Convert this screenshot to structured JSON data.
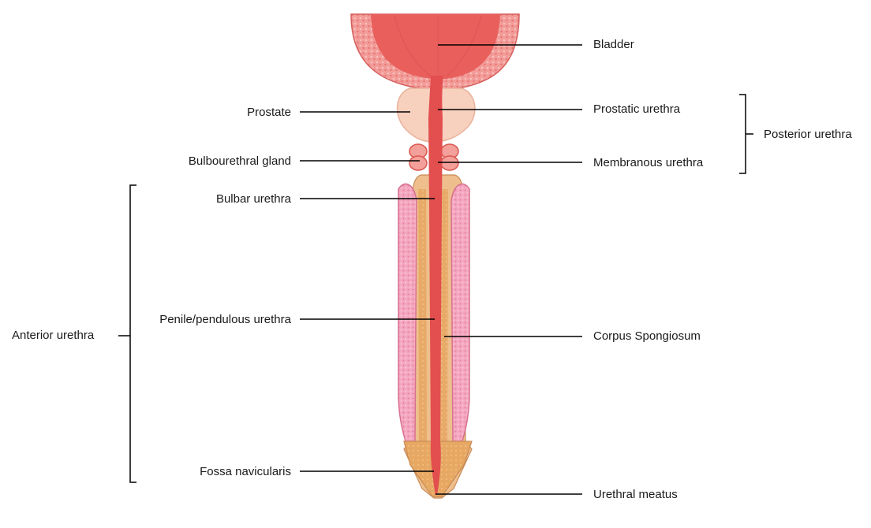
{
  "labels": {
    "bladder": "Bladder",
    "prostate": "Prostate",
    "prostatic_urethra": "Prostatic urethra",
    "posterior_urethra": "Posterior urethra",
    "bulbourethral_gland": "Bulbourethral gland",
    "membranous_urethra": "Membranous urethra",
    "bulbar_urethra": "Bulbar urethra",
    "anterior_urethra": "Anterior urethra",
    "penile_urethra": "Penile/pendulous urethra",
    "corpus_spongiosum": "Corpus Spongiosum",
    "fossa_navicularis": "Fossa navicularis",
    "urethral_meatus": "Urethral meatus"
  },
  "colors": {
    "urethra": "#e2504f",
    "bladder_wall": "#f08e8d",
    "bladder_lumen": "#e86a67",
    "prostate": "#f7cfbc",
    "spongiosum": "#e6a560",
    "cavernosum": "#f29ab6",
    "line": "#000000"
  }
}
